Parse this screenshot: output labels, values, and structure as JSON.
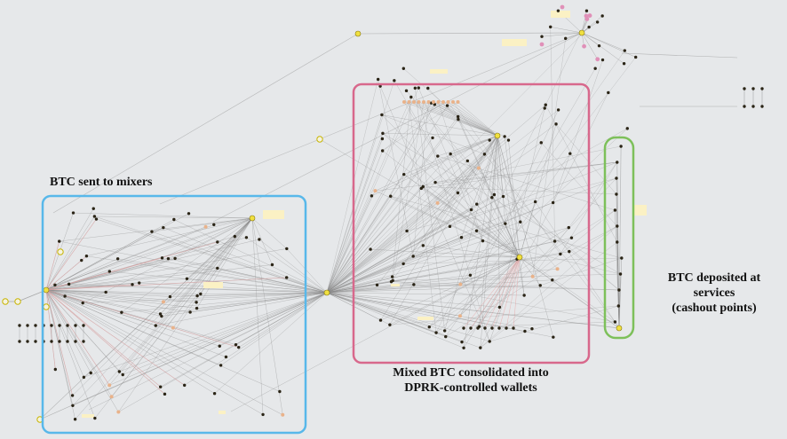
{
  "labels": {
    "mixers": "BTC sent to mixers",
    "consolidated_line1": "Mixed BTC consolidated into",
    "consolidated_line2": "DPRK-controlled wallets",
    "services_line1": "BTC deposited at",
    "services_line2": "services",
    "services_line3": "(cashout points)"
  },
  "colors": {
    "background": "#e6e8ea",
    "mixers_box": "#58b8ea",
    "consolidation_box": "#d8688c",
    "cashout_box": "#7dc05a",
    "edge": "#8a8a8a",
    "edge_highlight": "#e8a6a6",
    "node_dark": "#2a2416",
    "node_hub": "#f0e040",
    "node_pink": "#e090b8",
    "node_peach": "#e9b28a",
    "tag": "#fbf1c4"
  }
}
